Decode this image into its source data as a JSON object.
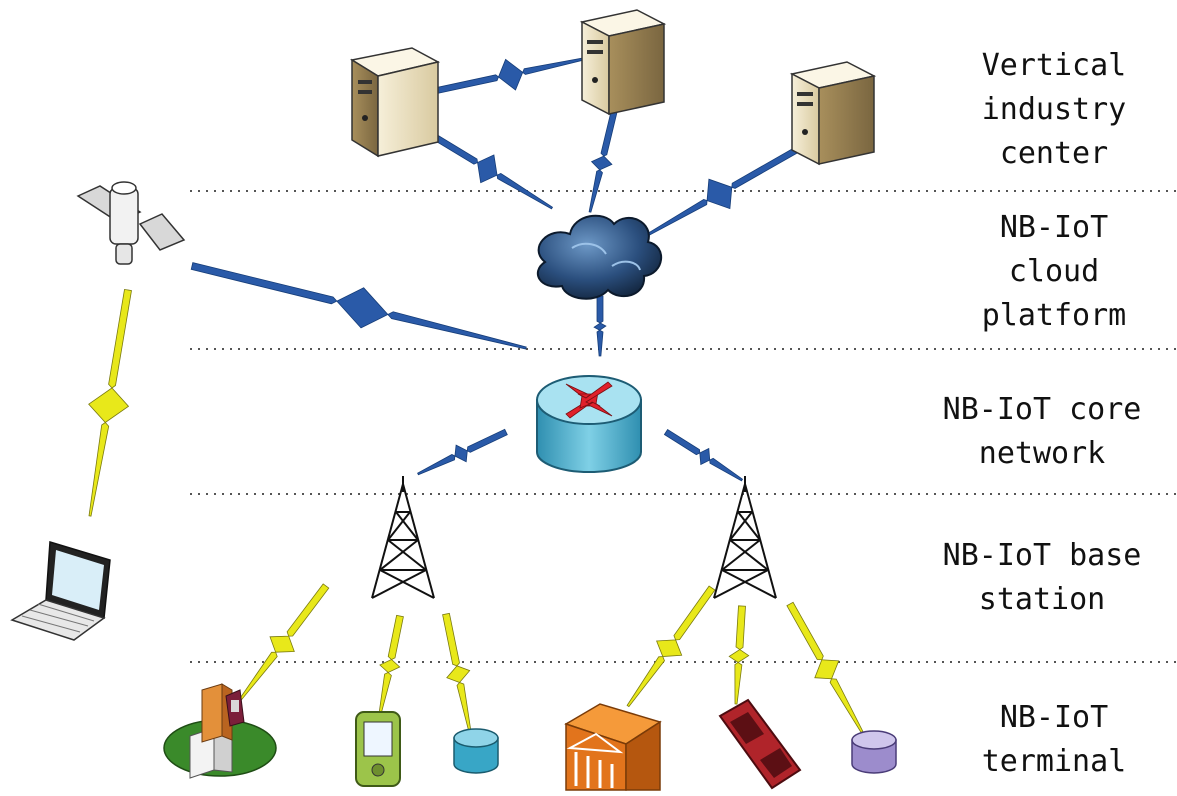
{
  "layers": [
    {
      "id": "vertical",
      "label": [
        "Vertical",
        "industry",
        "center"
      ]
    },
    {
      "id": "cloud",
      "label": [
        "NB-IoT",
        "cloud",
        "platform"
      ]
    },
    {
      "id": "core",
      "label": [
        "NB-IoT core",
        "network"
      ]
    },
    {
      "id": "base",
      "label": [
        "NB-IoT base",
        "station"
      ]
    },
    {
      "id": "terminal",
      "label": [
        "NB-IoT",
        "terminal"
      ]
    }
  ],
  "colors": {
    "wired_link": "#2a5aa8",
    "wireless_link": "#e8e81a",
    "divider": "#555555",
    "router": "#4fb6d4",
    "arrow": "#e0202a",
    "cloud": "#1f3f66",
    "server": "#efe4c6"
  },
  "nodes": [
    {
      "name": "server-1",
      "icon": "server-icon"
    },
    {
      "name": "server-2",
      "icon": "server-icon"
    },
    {
      "name": "server-3",
      "icon": "server-icon"
    },
    {
      "name": "cloud",
      "icon": "cloud-icon"
    },
    {
      "name": "satellite",
      "icon": "satellite-icon"
    },
    {
      "name": "router",
      "icon": "router-icon"
    },
    {
      "name": "laptop",
      "icon": "laptop-icon"
    },
    {
      "name": "tower-left",
      "icon": "cell-tower-icon"
    },
    {
      "name": "tower-right",
      "icon": "cell-tower-icon"
    },
    {
      "name": "smart-city",
      "icon": "smart-city-icon"
    },
    {
      "name": "handheld",
      "icon": "handheld-device-icon"
    },
    {
      "name": "sensor-blue",
      "icon": "sensor-cylinder-icon"
    },
    {
      "name": "building",
      "icon": "building-icon"
    },
    {
      "name": "car",
      "icon": "car-icon"
    },
    {
      "name": "sensor-purple",
      "icon": "sensor-cylinder-icon"
    }
  ]
}
